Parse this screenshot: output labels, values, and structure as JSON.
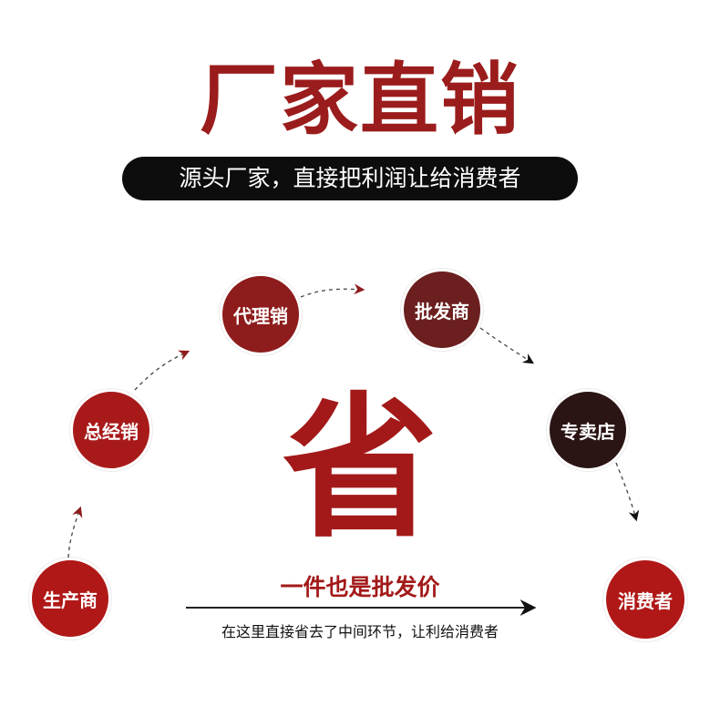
{
  "title": "厂家直销",
  "subtitle": "源头厂家，直接把利润让给消费者",
  "nodes": [
    {
      "label": "生产商",
      "color": "#b01818"
    },
    {
      "label": "总经销",
      "color": "#a81a1a"
    },
    {
      "label": "代理销",
      "color": "#8e1c1c"
    },
    {
      "label": "批发商",
      "color": "#6b1f1f"
    },
    {
      "label": "专卖店",
      "color": "#2b1414"
    },
    {
      "label": "消费者",
      "color": "#b01818"
    }
  ],
  "center_char": "省",
  "slogan": "一件也是批发价",
  "caption": "在这里直接省去了中间环节，让利给消费者"
}
